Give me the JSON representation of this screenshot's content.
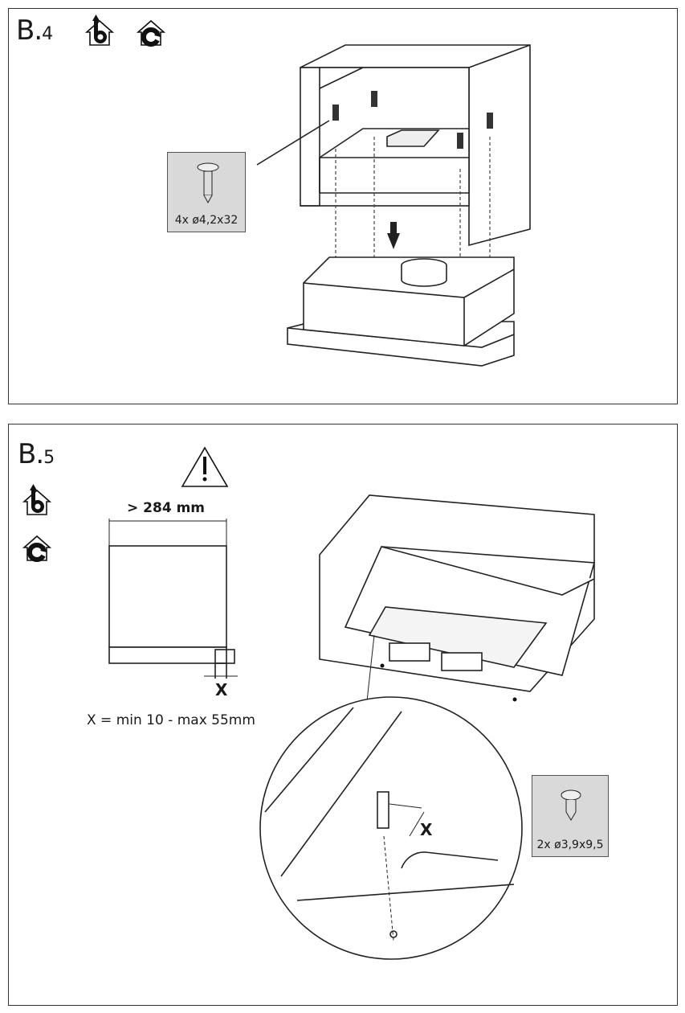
{
  "step_b4": {
    "label_main": "B.",
    "label_num": "4",
    "icons": [
      "ducted-extraction-house-icon",
      "recirculation-house-icon"
    ],
    "screw_spec": "4x ø4,2x32"
  },
  "step_b5": {
    "label_main": "B.",
    "label_num": "5",
    "icons": [
      "warning-triangle-icon",
      "ducted-extraction-house-icon",
      "recirculation-house-icon"
    ],
    "dimension_label": "> 284 mm",
    "x_label": "X",
    "x_range_text": "X = min 10 - max 55mm",
    "detail_x_label": "X",
    "screw_spec": "2x ø3,9x9,5"
  }
}
